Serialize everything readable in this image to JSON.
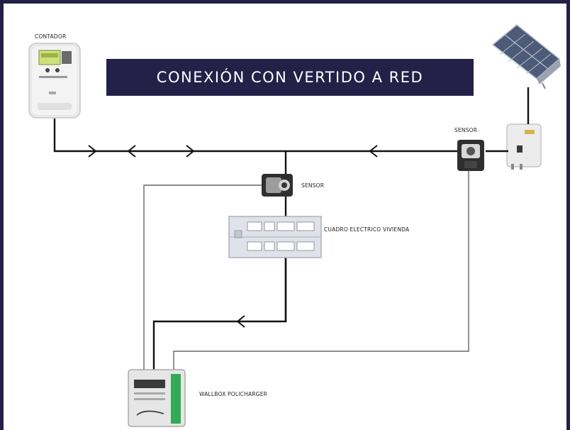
{
  "title": "CONEXIÓN CON VERTIDO A RED",
  "labels": {
    "meter": "CONTADOR",
    "sensor_inverter": "SENSOR",
    "sensor_main": "SENSOR",
    "panel": "CUADRO ELECTRICO VIVIENDA",
    "charger": "WALLBOX POLICHARGER"
  },
  "colors": {
    "banner": "#232148",
    "frame": "#232148",
    "wire": "#111111",
    "sensor_cable": "#666666",
    "charger_accent": "#33aa55"
  },
  "icons": [
    "electric-meter-icon",
    "solar-panel-icon",
    "inverter-icon",
    "current-sensor-icon",
    "distribution-board-icon",
    "ev-charger-icon"
  ]
}
